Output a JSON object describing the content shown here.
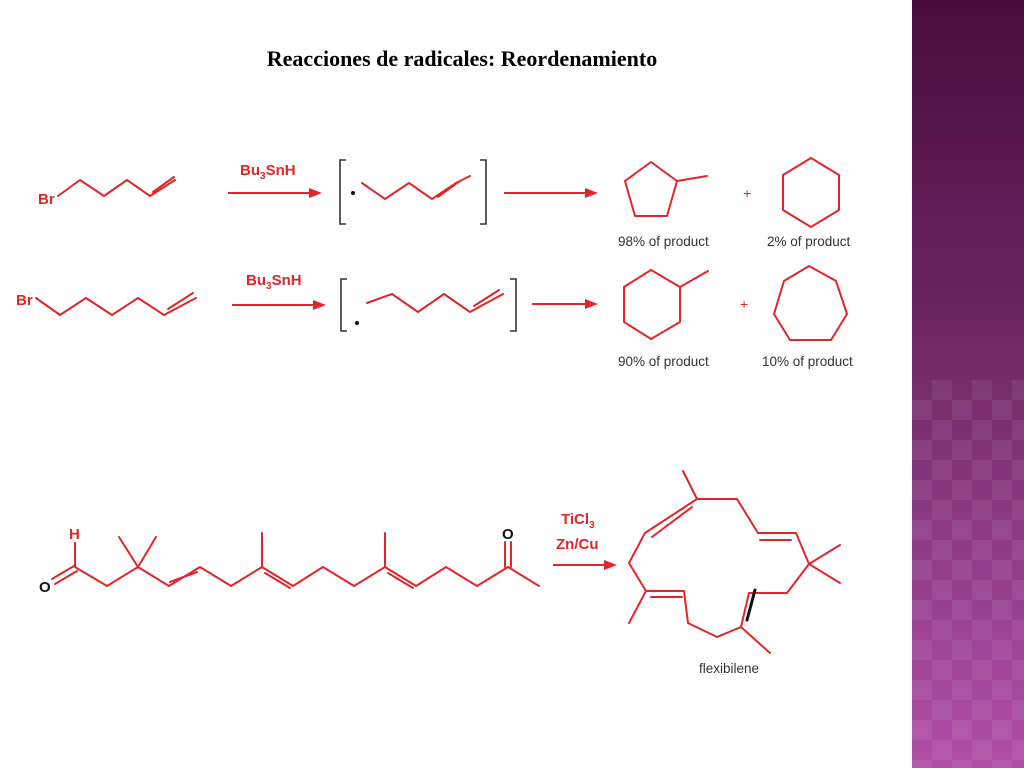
{
  "title": "Reacciones de radicales: Reordenamiento",
  "reaction1": {
    "substituent": "Br",
    "reagent_main": "Bu",
    "reagent_sub": "3",
    "reagent_tail": "SnH",
    "plus": "+",
    "product_a_caption": "98% of product",
    "product_b_caption": "2% of product"
  },
  "reaction2": {
    "substituent": "Br",
    "reagent_main": "Bu",
    "reagent_sub": "3",
    "reagent_tail": "SnH",
    "plus": "+",
    "product_a_caption": "90% of product",
    "product_b_caption": "10% of product"
  },
  "reaction3": {
    "aldehyde_h": "H",
    "aldehyde_o": "O",
    "ketone_o": "O",
    "reagent1_main": "TiCl",
    "reagent1_sub": "3",
    "reagent2": "Zn/Cu",
    "product_name": "flexibilene"
  },
  "colors": {
    "molecule": "#e0262b",
    "bracket": "#333333",
    "panel_top": "#4a0c3c",
    "panel_bottom": "#b14ea8"
  }
}
